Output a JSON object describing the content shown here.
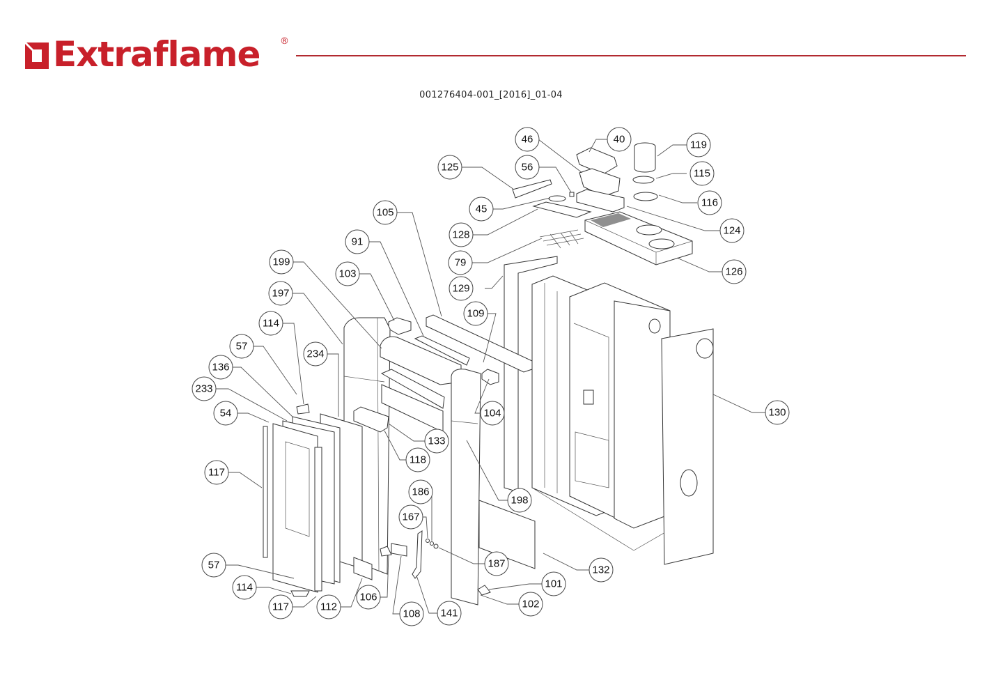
{
  "header": {
    "brand": "Extraflame",
    "registered_mark": "®",
    "brand_color": "#c8202a",
    "rule_color": "#b22a30",
    "document_code": "001276404-001_[2016]_01-04"
  },
  "callouts": [
    {
      "id": "40",
      "label": "40"
    },
    {
      "id": "46",
      "label": "46"
    },
    {
      "id": "119",
      "label": "119"
    },
    {
      "id": "125",
      "label": "125"
    },
    {
      "id": "56",
      "label": "56"
    },
    {
      "id": "115",
      "label": "115"
    },
    {
      "id": "116",
      "label": "116"
    },
    {
      "id": "45",
      "label": "45"
    },
    {
      "id": "124",
      "label": "124"
    },
    {
      "id": "105",
      "label": "105"
    },
    {
      "id": "128",
      "label": "128"
    },
    {
      "id": "91",
      "label": "91"
    },
    {
      "id": "79",
      "label": "79"
    },
    {
      "id": "126",
      "label": "126"
    },
    {
      "id": "199",
      "label": "199"
    },
    {
      "id": "103",
      "label": "103"
    },
    {
      "id": "129",
      "label": "129"
    },
    {
      "id": "197",
      "label": "197"
    },
    {
      "id": "109",
      "label": "109"
    },
    {
      "id": "114a",
      "label": "114"
    },
    {
      "id": "57a",
      "label": "57"
    },
    {
      "id": "234",
      "label": "234"
    },
    {
      "id": "136",
      "label": "136"
    },
    {
      "id": "233",
      "label": "233"
    },
    {
      "id": "104",
      "label": "104"
    },
    {
      "id": "130",
      "label": "130"
    },
    {
      "id": "54",
      "label": "54"
    },
    {
      "id": "133",
      "label": "133"
    },
    {
      "id": "118",
      "label": "118"
    },
    {
      "id": "117a",
      "label": "117"
    },
    {
      "id": "186",
      "label": "186"
    },
    {
      "id": "198",
      "label": "198"
    },
    {
      "id": "167",
      "label": "167"
    },
    {
      "id": "187",
      "label": "187"
    },
    {
      "id": "57b",
      "label": "57"
    },
    {
      "id": "132",
      "label": "132"
    },
    {
      "id": "101",
      "label": "101"
    },
    {
      "id": "114b",
      "label": "114"
    },
    {
      "id": "106",
      "label": "106"
    },
    {
      "id": "102",
      "label": "102"
    },
    {
      "id": "117b",
      "label": "117"
    },
    {
      "id": "112",
      "label": "112"
    },
    {
      "id": "108",
      "label": "108"
    },
    {
      "id": "141",
      "label": "141"
    }
  ]
}
